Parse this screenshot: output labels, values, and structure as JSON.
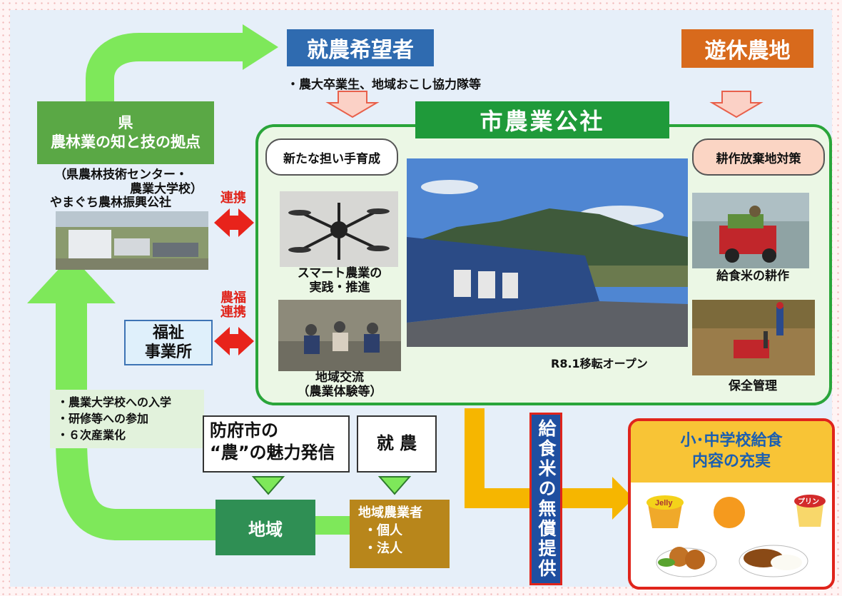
{
  "header": {
    "applicants_title": "就農希望者",
    "applicants_note": "・農大卒業生、地域おこし協力隊等",
    "idle_land_title": "遊休農地"
  },
  "prefecture": {
    "title_line1": "県",
    "title_line2": "農林業の知と技の拠点",
    "institutions": [
      "（県農林技術センター・",
      "農業大学校）",
      "やまぐち農林振興公社"
    ]
  },
  "links": {
    "cooperation": "連携",
    "agri_welfare": [
      "農福",
      "連携"
    ]
  },
  "welfare": {
    "lines": [
      "福祉",
      "事業所"
    ]
  },
  "corporation": {
    "title": "市農業公社",
    "new_workers": "新たな担い手育成",
    "smart_farming": [
      "スマート農業の",
      "実践・推進"
    ],
    "community": [
      "地域交流",
      "（農業体験等）"
    ],
    "relocation": "R8.1移転オープン",
    "abandoned_land": "耕作放棄地対策",
    "school_rice": "給食米の耕作",
    "maintenance": "保全管理"
  },
  "bullets": [
    "・農業大学校への入学",
    "・研修等への参加",
    "・６次産業化"
  ],
  "promotion": {
    "lines": [
      "防府市の",
      "“農”の魅力発信"
    ]
  },
  "farming": {
    "label": "就 農"
  },
  "region": {
    "label": "地域"
  },
  "farmers": {
    "lines": [
      "地域農業者",
      "・個人",
      "・法人"
    ]
  },
  "free_rice": {
    "label": "給食米の無償提供"
  },
  "lunch": {
    "title_lines": [
      "小･中学校給食",
      "内容の充実"
    ],
    "jelly": "Jelly",
    "pudding": "プリン"
  },
  "colors": {
    "loop_green": "#7ee85a",
    "orange_arrow": "#f6b600",
    "red_arrow": "#e8231b",
    "corp_green": "#2aa53a"
  }
}
